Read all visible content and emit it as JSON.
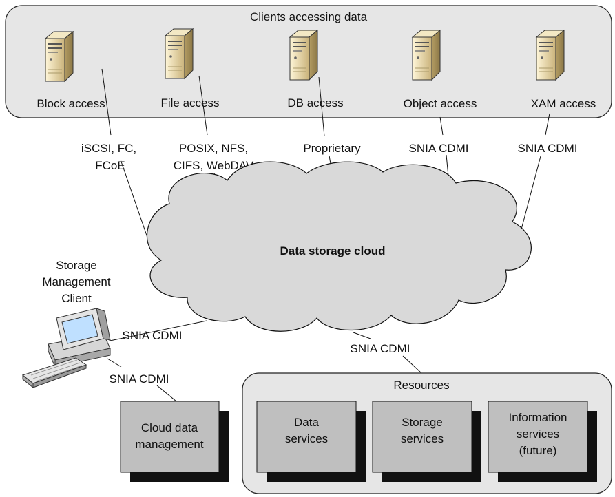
{
  "clients_panel": {
    "title": "Clients accessing data",
    "servers": [
      {
        "label": "Block access",
        "protocol_lines": [
          "iSCSI, FC,",
          "FCoE"
        ]
      },
      {
        "label": "File access",
        "protocol_lines": [
          "POSIX, NFS,",
          "CIFS, WebDAV"
        ]
      },
      {
        "label": "DB access",
        "protocol_lines": [
          "Proprietary"
        ]
      },
      {
        "label": "Object access",
        "protocol_lines": [
          "SNIA CDMI"
        ]
      },
      {
        "label": "XAM access",
        "protocol_lines": [
          "SNIA CDMI"
        ]
      }
    ]
  },
  "cloud": {
    "label": "Data storage cloud"
  },
  "management_client": {
    "label_lines": [
      "Storage",
      "Management",
      "Client"
    ],
    "link_to_cloud": "SNIA CDMI",
    "link_to_data_mgmt": "SNIA CDMI"
  },
  "cloud_data_management": {
    "label_lines": [
      "Cloud data",
      "management"
    ]
  },
  "resources": {
    "link_label": "SNIA CDMI",
    "title": "Resources",
    "boxes": [
      {
        "label_lines": [
          "Data",
          "services"
        ]
      },
      {
        "label_lines": [
          "Storage",
          "services"
        ]
      },
      {
        "label_lines": [
          "Information",
          "services",
          "(future)"
        ]
      }
    ]
  },
  "colors": {
    "panel_fill": "#e6e6e6",
    "cloud_fill": "#d9d9d9",
    "box_fill": "#bfbfbf",
    "shadow": "#111111",
    "server_body": "#e8d9a8"
  },
  "icons": {
    "server": "server-tower-icon",
    "computer": "desktop-computer-icon"
  }
}
